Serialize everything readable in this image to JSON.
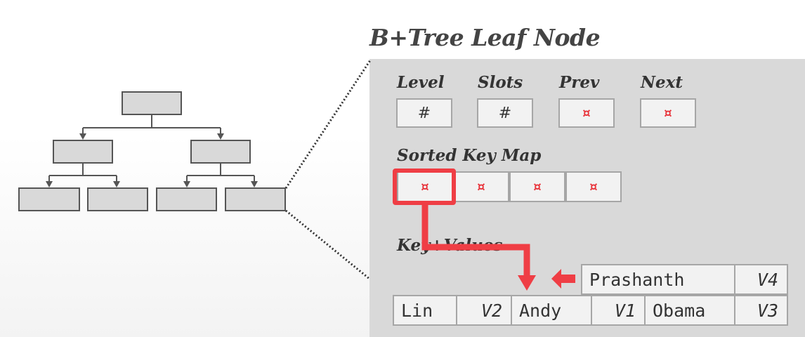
{
  "title": "B+Tree Leaf Node",
  "header": {
    "labels": [
      "Level",
      "Slots",
      "Prev",
      "Next"
    ],
    "values": [
      "#",
      "#",
      "¤",
      "¤"
    ]
  },
  "sorted_key_map": {
    "label": "Sorted Key Map",
    "slots": [
      "¤",
      "¤",
      "¤",
      "¤"
    ]
  },
  "key_values": {
    "label": "Key+Values",
    "new_entry": {
      "key": "Prashanth",
      "value": "V4"
    },
    "entries": [
      {
        "key": "Lin",
        "value": "V2"
      },
      {
        "key": "Andy",
        "value": "V1"
      },
      {
        "key": "Obama",
        "value": "V3"
      }
    ]
  },
  "colors": {
    "accent": "#ef3e45",
    "panel": "#d9d9d9",
    "cell": "#f2f2f2",
    "cell_border": "#a6a6a6",
    "text": "#333333"
  }
}
